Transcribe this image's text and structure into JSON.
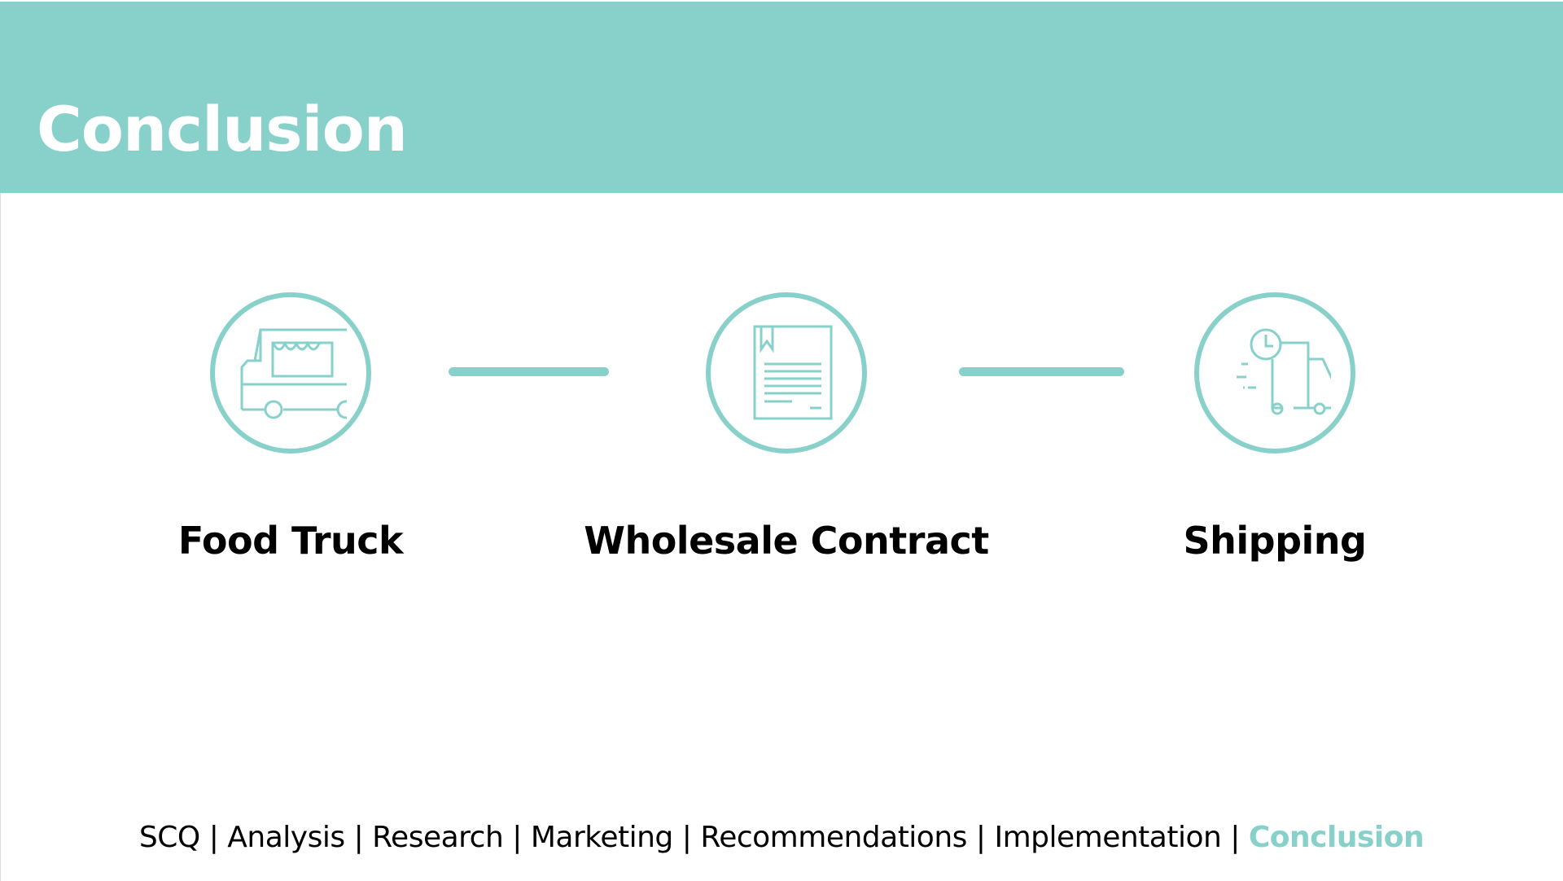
{
  "title": "Conclusion",
  "accent_color": "#88D1CB",
  "steps": [
    {
      "label": "Food Truck",
      "icon": "food-truck-icon"
    },
    {
      "label": "Wholesale Contract",
      "icon": "contract-document-icon"
    },
    {
      "label": "Shipping",
      "icon": "delivery-truck-icon"
    }
  ],
  "footer_nav": {
    "items": [
      "SCQ",
      "Analysis",
      "Research",
      "Marketing",
      "Recommendations",
      "Implementation"
    ],
    "separator": "|",
    "active": "Conclusion"
  }
}
